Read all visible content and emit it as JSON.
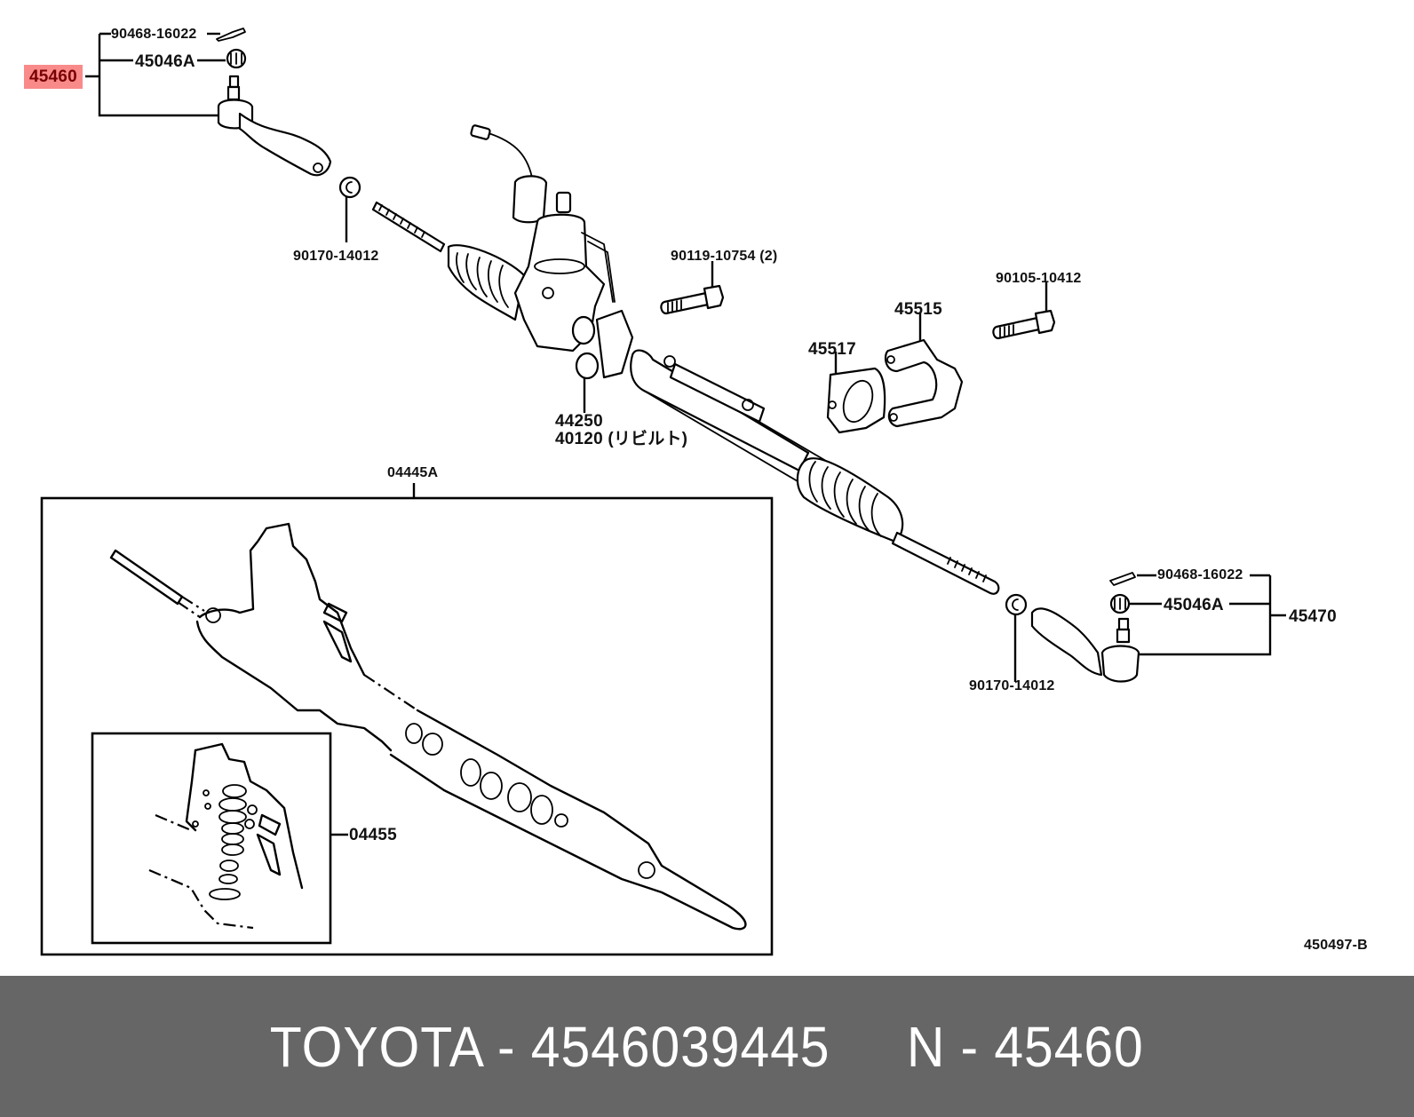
{
  "diagram": {
    "title": "Steering rack & pinion assembly parts diagram",
    "highlight_color": "#f98a8a",
    "highlighted_part": "45460",
    "illustration_code": "450497-B",
    "callouts": {
      "tie_rod_end_left": "45460",
      "cotter_pin_left": "90468-16022",
      "nut_left": "45046A",
      "lock_nut_left": "90170-14012",
      "gear_assembly": "44250",
      "gear_rebuilt": "40120 (リビルト)",
      "bolt_pair": "90119-10754 (2)",
      "bolt_single": "90105-10412",
      "bracket": "45515",
      "grommet": "45517",
      "gasket_kit": "04445A",
      "valve_gasket_kit": "04455",
      "lock_nut_right": "90170-14012",
      "cotter_pin_right": "90468-16022",
      "nut_right": "45046A",
      "tie_rod_end_right": "45470"
    }
  },
  "banner": {
    "brand": "TOYOTA",
    "separator": " - ",
    "part_number": "4546039445",
    "ref_prefix": "N",
    "ref_number": "45460",
    "text": "TOYOTA - 4546039445     N - 45460",
    "background": "#666666",
    "text_color": "#ffffff"
  }
}
